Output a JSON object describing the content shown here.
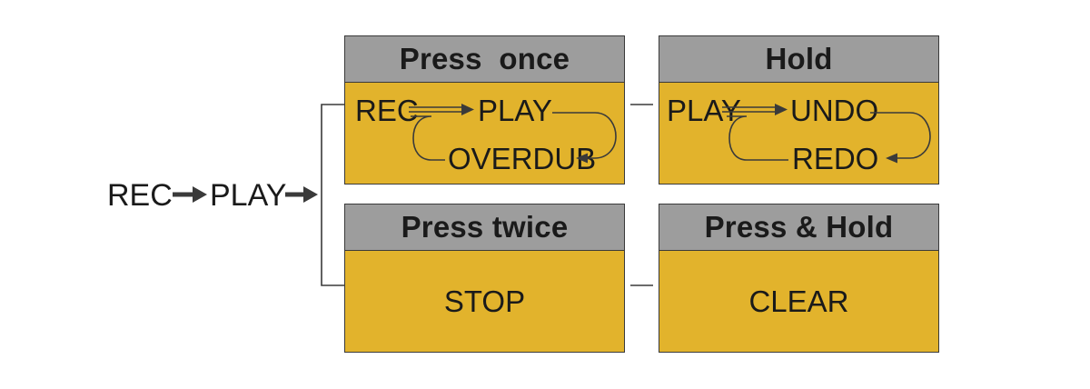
{
  "start": {
    "rec": "REC",
    "play": "PLAY"
  },
  "boxes": {
    "press_once": {
      "title": "Press  once",
      "rec": "REC",
      "play": "PLAY",
      "overdub": "OVERDUB"
    },
    "hold": {
      "title": "Hold",
      "play": "PLAY",
      "undo": "UNDO",
      "redo": "REDO"
    },
    "press_twice": {
      "title": "Press twice",
      "action": "STOP"
    },
    "press_hold": {
      "title": "Press & Hold",
      "action": "CLEAR"
    }
  },
  "colors": {
    "header_gray": "#9d9d9d",
    "body_gold": "#e2b32c",
    "line_dark": "#3a3a3a"
  }
}
